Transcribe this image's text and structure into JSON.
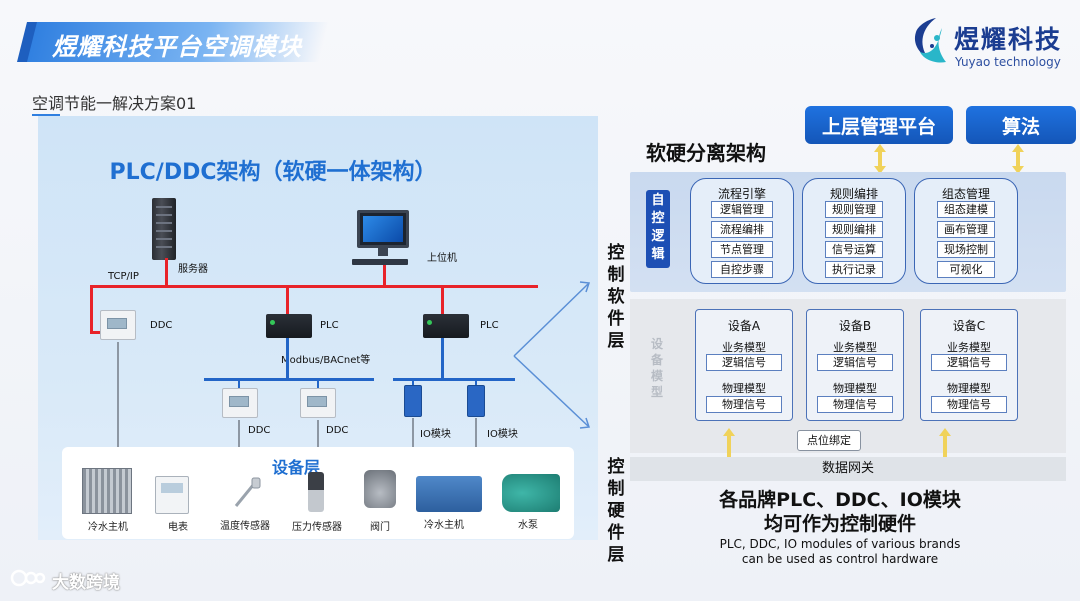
{
  "header": {
    "title": "煜耀科技平台空调模块",
    "subtitle": "空调节能一解决方案01",
    "brand_name": "煜耀科技",
    "brand_en": "Yuyao technology"
  },
  "left": {
    "arch_title": "PLC/DDC架构（软硬一体架构）",
    "server_label": "服务器",
    "host_label": "上位机",
    "tcpip_label": "TCP/IP",
    "ddc_left_label": "DDC",
    "plc_mid_label": "PLC",
    "plc_right_label": "PLC",
    "modbus_label": "Modbus/BACnet等",
    "ddc1_label": "DDC",
    "ddc2_label": "DDC",
    "io1_label": "IO模块",
    "io2_label": "IO模块",
    "device_layer_title": "设备层",
    "devices": [
      "冷水主机",
      "电表",
      "温度传感器",
      "压力传感器",
      "阀门",
      "冷水主机",
      "水泵"
    ]
  },
  "right": {
    "top_buttons": [
      "上层管理平台",
      "算法"
    ],
    "title": "软硬分离架构",
    "soft_layer_label": "控制软件层",
    "hard_layer_label": "控制硬件层",
    "auto_logic_label": "自控逻辑",
    "groups": [
      {
        "title": "流程引擎",
        "items": [
          "逻辑管理",
          "流程编排",
          "节点管理",
          "自控步骤"
        ]
      },
      {
        "title": "规则编排",
        "items": [
          "规则管理",
          "规则编排",
          "信号运算",
          "执行记录"
        ]
      },
      {
        "title": "组态管理",
        "items": [
          "组态建模",
          "画布管理",
          "现场控制",
          "可视化"
        ]
      }
    ],
    "device_model_label": "设备模型",
    "devices": [
      {
        "title": "设备A",
        "biz": "业务模型",
        "logic": "逻辑信号",
        "phys": "物理模型",
        "phys_sig": "物理信号"
      },
      {
        "title": "设备B",
        "biz": "业务模型",
        "logic": "逻辑信号",
        "phys": "物理模型",
        "phys_sig": "物理信号"
      },
      {
        "title": "设备C",
        "biz": "业务模型",
        "logic": "逻辑信号",
        "phys": "物理模型",
        "phys_sig": "物理信号"
      }
    ],
    "bind_label": "点位绑定",
    "gateway_label": "数据网关",
    "hw_line1": "各品牌PLC、DDC、IO模块",
    "hw_line2": "均可作为控制硬件",
    "hw_en_line1": "PLC, DDC, IO modules of various brands",
    "hw_en_line2": "can be used as control hardware"
  },
  "watermark": "大数跨境",
  "colors": {
    "primary_blue": "#1f6fd1",
    "network_red": "#e8232a",
    "bus_blue": "#2265c7",
    "button_blue": "#1456b8",
    "brand_navy": "#1b3d91"
  }
}
